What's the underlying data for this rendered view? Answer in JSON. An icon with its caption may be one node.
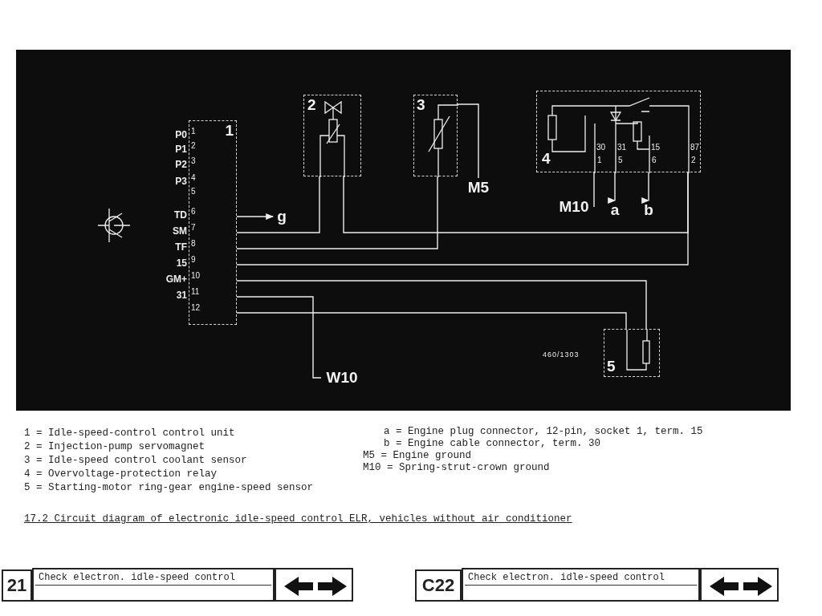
{
  "diagram": {
    "caption": "17.2 Circuit diagram of electronic idle-speed control ELR, vehicles without air conditioner",
    "nodes": [
      {
        "text": [
          "1"
        ]
      },
      {
        "text": [
          "2"
        ]
      },
      {
        "text": [
          "3"
        ]
      },
      {
        "text": [
          "4"
        ]
      },
      {
        "text": [
          "5"
        ]
      },
      {
        "text": [
          "g"
        ]
      },
      {
        "text": [
          "M5"
        ]
      },
      {
        "text": [
          "M10"
        ]
      },
      {
        "text": [
          "a"
        ]
      },
      {
        "text": [
          "b"
        ]
      },
      {
        "text": [
          "W10"
        ]
      }
    ],
    "edges": [
      {
        "from": 0,
        "to": 5,
        "arrow": "to"
      },
      {
        "from": 0,
        "to": 1,
        "arrow": "none"
      },
      {
        "from": 1,
        "to": 3,
        "arrow": "none"
      },
      {
        "from": 0,
        "to": 2,
        "arrow": "none"
      },
      {
        "from": 2,
        "to": 6,
        "arrow": "none"
      },
      {
        "from": 0,
        "to": 3,
        "arrow": "none"
      },
      {
        "from": 0,
        "to": 4,
        "arrow": "none"
      },
      {
        "from": 0,
        "to": 10,
        "arrow": "none"
      },
      {
        "from": 0,
        "to": 4,
        "arrow": "none"
      },
      {
        "from": 3,
        "to": 7,
        "arrow": "none"
      },
      {
        "from": 3,
        "to": 8,
        "arrow": "to"
      },
      {
        "from": 3,
        "to": 9,
        "arrow": "to"
      }
    ],
    "labels": [
      "P0",
      "1",
      "P1",
      "2",
      "P2",
      "3",
      "P3",
      "4",
      "5",
      "TD",
      "6",
      "SM",
      "7",
      "TF",
      "8",
      "15",
      "9",
      "GM+",
      "10",
      "31",
      "11",
      "12",
      "30",
      "31",
      "15",
      "87",
      "1",
      "5",
      "6",
      "2",
      "460/1303",
      "1 = Idle-speed-control control unit",
      "2 = Injection-pump servomagnet",
      "3 = Idle-speed control coolant sensor",
      "4 = Overvoltage-protection relay",
      "5 = Starting-motor ring-gear engine-speed sensor",
      "a = Engine plug connector, 12-pin, socket 1, term. 15",
      "b = Engine cable connector, term. 30",
      "M5 = Engine ground",
      "M10 = Spring-strut-crown ground",
      "21",
      "Check electron. idle-speed control",
      "C22",
      "Check electron. idle-speed control"
    ]
  }
}
